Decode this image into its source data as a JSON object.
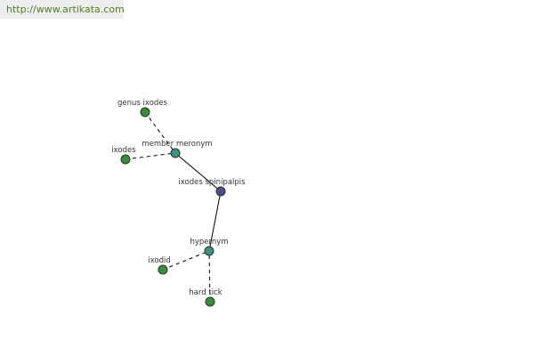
{
  "watermark": {
    "url": "http://www.artikata.com"
  },
  "graph": {
    "colors": {
      "edge": "#000000",
      "focus_node": "#4d4d8f",
      "relation_node": "#3f8f86",
      "word_node": "#3e8a3e",
      "node_stroke": "#1f3a1f"
    },
    "nodes": [
      {
        "id": "genus-ixodes",
        "label": "genus ixodes",
        "kind": "word"
      },
      {
        "id": "member-meronym",
        "label": "member meronym",
        "kind": "relation"
      },
      {
        "id": "ixodes",
        "label": "ixodes",
        "kind": "word"
      },
      {
        "id": "ixodes-spinipalpis",
        "label": "ixodes spinipalpis",
        "kind": "focus"
      },
      {
        "id": "hypernym",
        "label": "hypernym",
        "kind": "relation"
      },
      {
        "id": "ixodid",
        "label": "ixodid",
        "kind": "word"
      },
      {
        "id": "hard-tick",
        "label": "hard tick",
        "kind": "word"
      }
    ],
    "edges": [
      {
        "from": "genus-ixodes",
        "to": "member-meronym",
        "style": "dashed"
      },
      {
        "from": "ixodes",
        "to": "member-meronym",
        "style": "dashed"
      },
      {
        "from": "member-meronym",
        "to": "ixodes-spinipalpis",
        "style": "solid"
      },
      {
        "from": "ixodes-spinipalpis",
        "to": "hypernym",
        "style": "solid"
      },
      {
        "from": "ixodid",
        "to": "hypernym",
        "style": "dashed"
      },
      {
        "from": "hard-tick",
        "to": "hypernym",
        "style": "dashed"
      }
    ]
  }
}
